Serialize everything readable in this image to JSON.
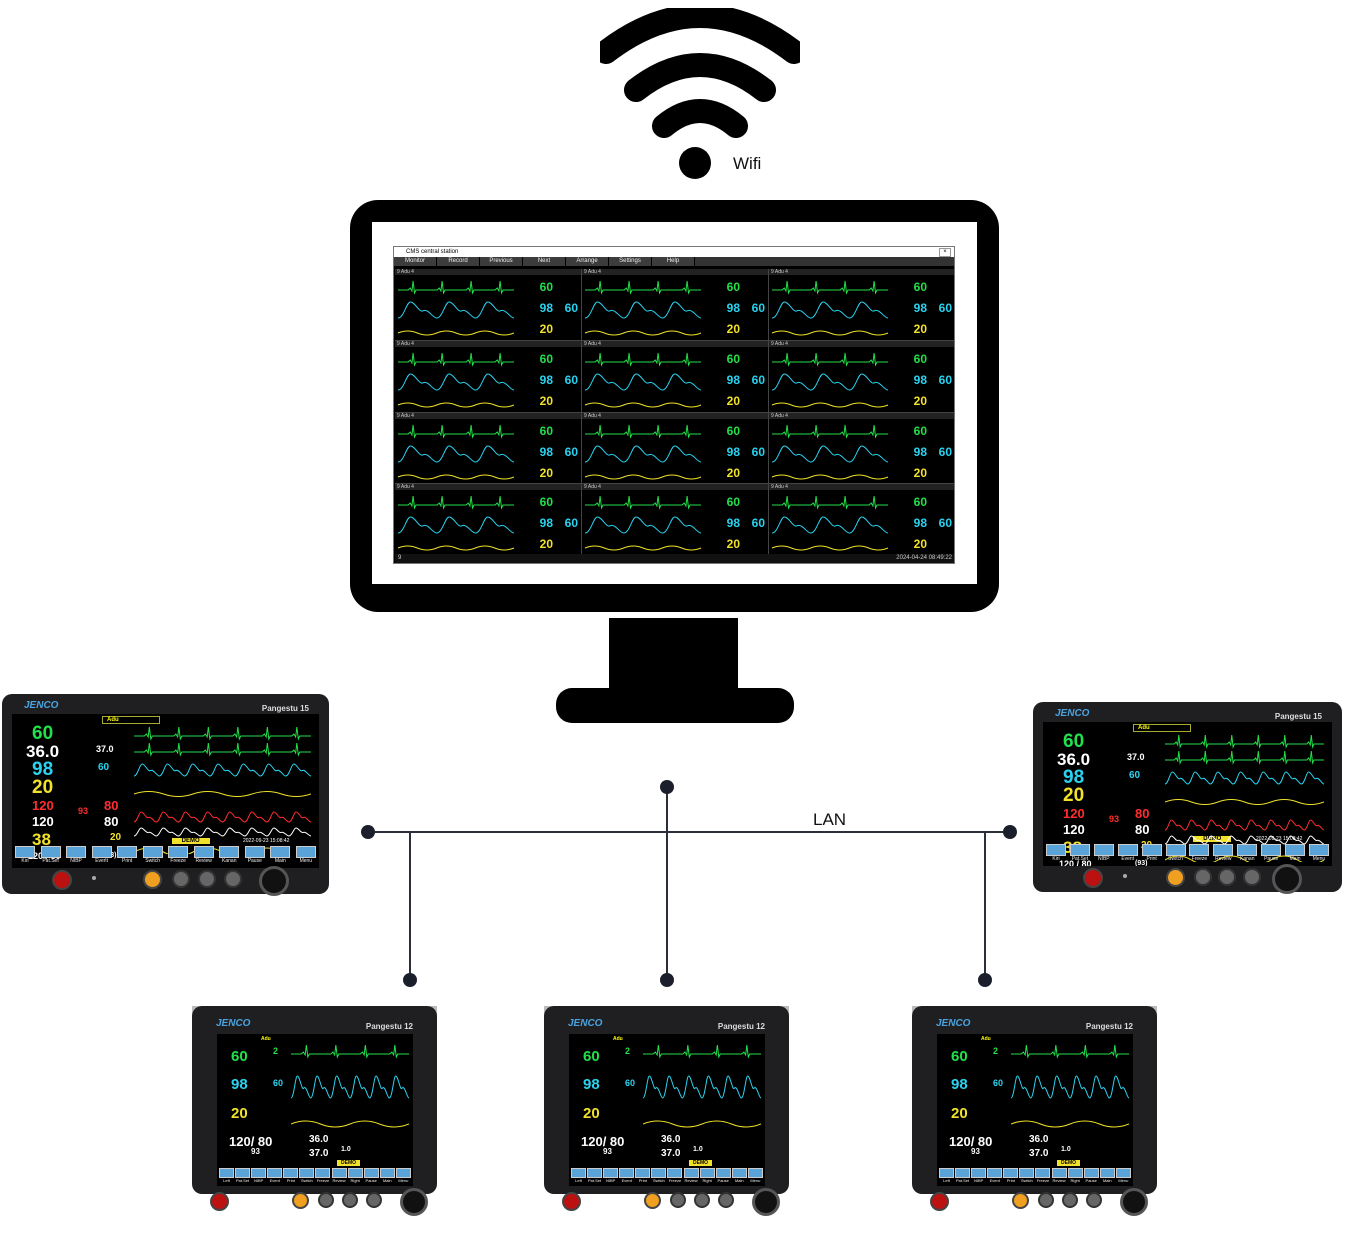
{
  "wifi": {
    "label": "Wifi"
  },
  "lan": {
    "label": "LAN"
  },
  "cms": {
    "title": "CMS central station",
    "close": "×",
    "menu": [
      "Monitor",
      "Record",
      "Previous",
      "Next",
      "Arrange",
      "Settings",
      "Help"
    ],
    "bed_header": "9     Adu     4",
    "values": {
      "hr": "60",
      "spo2": "98",
      "pr": "60",
      "resp": "20"
    },
    "status_left": "9",
    "status_right": "2024-04-24 08:49:22"
  },
  "monitors": {
    "left": {
      "brand": "JENCO",
      "model": "Pangestu 15",
      "patient": "Adu",
      "hr": "60",
      "temp": "36.0",
      "t2": "37.0",
      "spo2": "98",
      "pr": "60",
      "resp": "20",
      "ap_sys": "120",
      "ap_dia": "80",
      "ap_map": "93",
      "ap2_sys": "120",
      "ap2_dia": "80",
      "co2": "38",
      "awrr": "20",
      "nibp": "120 / 80",
      "nibp_map": "(93)",
      "demo": "DEMO",
      "datetime": "2022-09-23 15:08:42",
      "menu": [
        "Kiri",
        "Pat.Set",
        "NIBP",
        "Event",
        "Print",
        "Switch",
        "Freeze",
        "Review",
        "Kanan",
        "Pause",
        "Main",
        "Menu"
      ]
    },
    "right": {
      "brand": "JENCO",
      "model": "Pangestu 15",
      "patient": "Adu",
      "hr": "60",
      "temp": "36.0",
      "t2": "37.0",
      "spo2": "98",
      "pr": "60",
      "resp": "20",
      "ap_sys": "120",
      "ap_dia": "80",
      "ap_map": "93",
      "ap2_sys": "120",
      "ap2_dia": "80",
      "co2": "38",
      "awrr": "20",
      "nibp": "120 / 80",
      "nibp_map": "(93)",
      "demo": "DEMO",
      "datetime": "2022-09-23 15:08:42",
      "menu": [
        "Kiri",
        "Pat.Set",
        "NIBP",
        "Event",
        "Print",
        "Switch",
        "Freeze",
        "Review",
        "Kanan",
        "Pause",
        "Main",
        "Menu"
      ]
    },
    "bottom": [
      {
        "brand": "JENCO",
        "model": "Pangestu 12",
        "patient": "Adu",
        "hr": "60",
        "spo2": "98",
        "pr": "60",
        "resp": "20",
        "pr_small": "2",
        "nibp": "120/ 80",
        "nibp_map": "93",
        "temp1": "36.0",
        "temp2": "37.0",
        "t_diff": "1.0",
        "demo": "DEMO",
        "menu": [
          "Left",
          "Pat.Set",
          "NIBP",
          "Event",
          "Print",
          "Switch",
          "Freeze",
          "Review",
          "Right",
          "Pause",
          "Main",
          "Menu"
        ]
      },
      {
        "brand": "JENCO",
        "model": "Pangestu 12",
        "patient": "Adu",
        "hr": "60",
        "spo2": "98",
        "pr": "60",
        "resp": "20",
        "pr_small": "2",
        "nibp": "120/ 80",
        "nibp_map": "93",
        "temp1": "36.0",
        "temp2": "37.0",
        "t_diff": "1.0",
        "demo": "DEMO",
        "menu": [
          "Left",
          "Pat.Set",
          "NIBP",
          "Event",
          "Print",
          "Switch",
          "Freeze",
          "Review",
          "Right",
          "Pause",
          "Main",
          "Menu"
        ]
      },
      {
        "brand": "JENCO",
        "model": "Pangestu 12",
        "patient": "Adu",
        "hr": "60",
        "spo2": "98",
        "pr": "60",
        "resp": "20",
        "pr_small": "2",
        "nibp": "120/ 80",
        "nibp_map": "93",
        "temp1": "36.0",
        "temp2": "37.0",
        "t_diff": "1.0",
        "demo": "DEMO",
        "menu": [
          "Left",
          "Pat.Set",
          "NIBP",
          "Event",
          "Print",
          "Switch",
          "Freeze",
          "Review",
          "Right",
          "Pause",
          "Main",
          "Menu"
        ]
      }
    ]
  },
  "colors": {
    "ecg": "#22e04a",
    "spo2": "#29d3f0",
    "resp": "#f1e12a",
    "ap": "#ff2d2d",
    "wire": "#2b2f3a",
    "frame": "#000000"
  }
}
